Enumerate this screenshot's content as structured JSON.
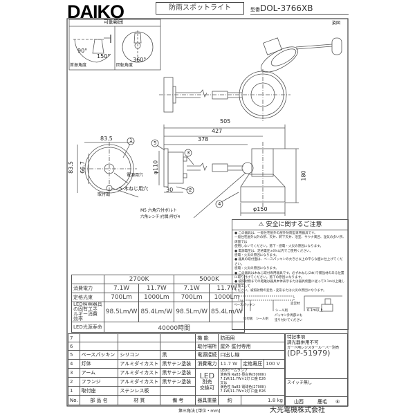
{
  "header": {
    "brand": "DAIKO",
    "product_title": "防雨スポットライト",
    "model_label": "型番",
    "model": "DOL-3766XB"
  },
  "movable_range": {
    "title": "可動範囲",
    "tilt_label": "首振角度",
    "tilt_angles": [
      "90°",
      "150°"
    ],
    "rotation_label": "回転角度",
    "rotation_angle": "360°"
  },
  "perspective_label": "姿図",
  "dimensions": {
    "d505": "505",
    "d427": "427",
    "d378": "378",
    "d180": "180",
    "d150": "φ150",
    "d110": "φ110",
    "d30": "30",
    "d83a": "83.5",
    "d83b": "83.5",
    "d66": "66.7"
  },
  "callouts": [
    "1",
    "2",
    "3",
    "4",
    "5"
  ],
  "annotations": {
    "power_hole": "電源用穴",
    "screw_holes": "5-木ねじ用穴",
    "mount": "取付部",
    "bolt1": "M5 六角穴付ボルト",
    "bolt2": "六角レンチ(付属)呼び4"
  },
  "safety": {
    "title": "安全に関するご注意",
    "lines": [
      "● この器具は、一般住宅屋外の屋外防雨型専用器具です。",
      "一般住宅屋外以外の所、天井、軒下天井、浴室、サウナ風呂、湿気の多い所、床面では",
      "使用しないでください。落下・感電・火災の原因になります。",
      "● 電源電圧は、定格電圧±6%以内でご使用ください。",
      "感電・火災の原因になります。",
      "● 器具の取付面は、ベースパッキンの大きさ以上の平らな面に仕上げてください。",
      "感電・火災の原因になります。",
      "● この器具は木ねじ取付専用器具です。必ず木ねじ(2本)で補強材のある位置",
      "に取り付けてください。落下の原因になります。",
      "● 被照射物までの距離は器具本体表示または器具側面に従って0.1m以上離して施工して",
      "ください。被照射物の変色・変形または火災の原因になります。"
    ],
    "diagram_labels": {
      "base_packing": "ベースパッキン",
      "mount_plate": "取付板",
      "seal": "シール剤",
      "seal2": "シール剤",
      "seal_note1": "パッキン外周部にも",
      "seal_note2": "塗り付けてください",
      "structure": "造営材",
      "distance": "0.1m以上"
    }
  },
  "spec_table": {
    "groups": [
      "2700K",
      "5000K"
    ],
    "rows": [
      {
        "label": "消費電力",
        "values": [
          "7.1W",
          "11.7W",
          "7.1W",
          "11.7W"
        ]
      },
      {
        "label": "定格光束",
        "values": [
          "700Lm",
          "1000Lm",
          "700Lm",
          "1000Lm"
        ]
      },
      {
        "label": "LED照明器具の固有エネルギー消費効率",
        "values": [
          "98.5Lm/W",
          "85.4Lm/W",
          "98.5Lm/W",
          "85.4Lm/W"
        ]
      }
    ],
    "life_label": "LED光源寿命",
    "life_value": "40000時間"
  },
  "parts": {
    "headers": {
      "no": "No.",
      "name": "部 品 名",
      "material": "材 質",
      "note": "備 考"
    },
    "rows": [
      {
        "no": "7",
        "name": "",
        "material": "",
        "note": ""
      },
      {
        "no": "6",
        "name": "",
        "material": "",
        "note": ""
      },
      {
        "no": "5",
        "name": "ベースパッキン",
        "material": "シリコン",
        "note": "黒"
      },
      {
        "no": "4",
        "name": "灯体",
        "material": "アルミダイカスト",
        "note": "黒サテン塗装"
      },
      {
        "no": "3",
        "name": "アーム",
        "material": "アルミダイカスト",
        "note": "黒サテン塗装"
      },
      {
        "no": "2",
        "name": "フランジ",
        "material": "アルミダイカスト",
        "note": "黒サテン塗装"
      },
      {
        "no": "1",
        "name": "取付座",
        "material": "ステンレス板",
        "note": ""
      }
    ]
  },
  "specs": {
    "function_label": "機 能",
    "function": "防雨用",
    "location_label": "取付場所",
    "location": "屋外 壁付専用",
    "connection_label": "電源接続",
    "connection": "口出し線",
    "power_label": "消費電力",
    "power": "11.7 W",
    "voltage_label": "定格電圧",
    "voltage": "100 V",
    "led_label": "LED",
    "led_sub1": "別売",
    "led_sub2": "交換可",
    "lamp": [
      "LEDビームランプ",
      "演色性 Ra83 昼白色(5000K)",
      "7.1W/11.7W×1灯 口金 E26",
      "又は",
      "演色性 Ra83 電球色(2700K)",
      "7.1W/11.7W×1灯 口金 E26"
    ],
    "weight_label": "器具重量",
    "weight_approx": "約",
    "weight": "1.8 kg",
    "notes_label": "特記事項",
    "notes": [
      "調光器併用不可",
      "ガード用レジスタールーバー別売",
      "(DP-51979)"
    ],
    "switch": "スイッチ無し",
    "designer": "山西",
    "checker": "鹿毛",
    "revision": "⑥"
  },
  "footer": {
    "projection": "第三角法 [単位・mm]",
    "company": "大光電機株式会社"
  }
}
